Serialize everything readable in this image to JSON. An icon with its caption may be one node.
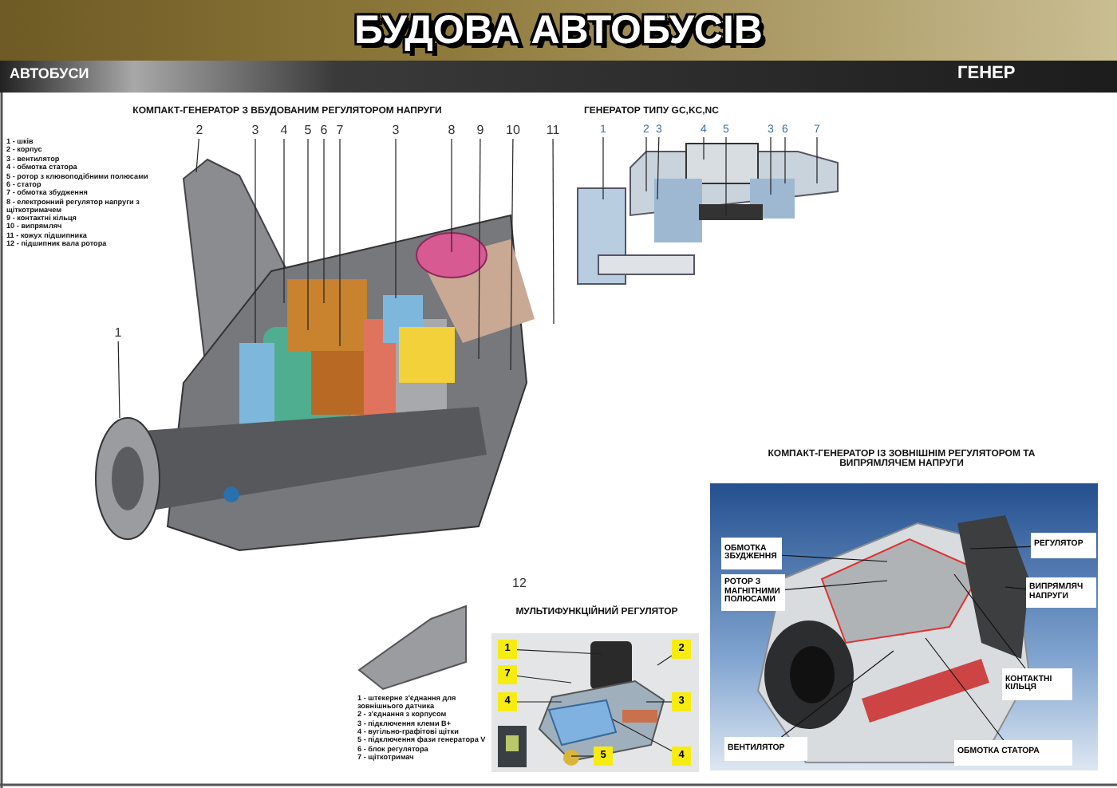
{
  "diagram": {
    "title": "БУДОВА АВТОБУСІВ",
    "nodes": [
      {
        "text": [
          "2"
        ]
      },
      {
        "text": [
          "3"
        ]
      },
      {
        "text": [
          "4"
        ]
      },
      {
        "text": [
          "5"
        ]
      },
      {
        "text": [
          "6"
        ]
      },
      {
        "text": [
          "7"
        ]
      },
      {
        "text": [
          "3"
        ]
      },
      {
        "text": [
          "8"
        ]
      },
      {
        "text": [
          "9"
        ]
      },
      {
        "text": [
          "10"
        ]
      },
      {
        "text": [
          "11"
        ]
      },
      {
        "text": [
          "1"
        ]
      },
      {
        "text": [
          "1"
        ]
      },
      {
        "text": [
          "2"
        ]
      },
      {
        "text": [
          "3"
        ]
      },
      {
        "text": [
          "4"
        ]
      },
      {
        "text": [
          "5"
        ]
      },
      {
        "text": [
          "3"
        ]
      },
      {
        "text": [
          "6"
        ]
      },
      {
        "text": [
          "7"
        ]
      },
      {
        "text": [],
        "shape": "picture"
      },
      {
        "text": [
          "ОБМОТКА ЗБУДЖЕННЯ"
        ],
        "in": 20
      },
      {
        "text": [
          "РОТОР З МАГНІТНИМИ ПОЛЮСАМИ"
        ],
        "in": 20
      },
      {
        "text": [
          "РЕГУЛЯТОР"
        ],
        "in": 20
      },
      {
        "text": [
          "ВИПРЯМЛЯЧ НАПРУГИ"
        ],
        "in": 20
      },
      {
        "text": [
          "КОНТАКТНІ КІЛЬЦЯ"
        ],
        "in": 20
      },
      {
        "text": [
          "ВЕНТИЛЯТОР"
        ],
        "in": 20
      },
      {
        "text": [
          "ОБМОТКА СТАТОРА"
        ],
        "in": 20
      },
      {
        "text": [],
        "shape": "picture"
      },
      {
        "text": [
          "1"
        ],
        "in": 28
      },
      {
        "text": [
          "2"
        ],
        "in": 28
      },
      {
        "text": [
          "7"
        ],
        "in": 28
      },
      {
        "text": [
          "4"
        ],
        "in": 28
      },
      {
        "text": [
          "3"
        ],
        "in": 28
      },
      {
        "text": [
          "4"
        ],
        "in": 28
      },
      {
        "text": [
          "5"
        ],
        "in": 28
      }
    ],
    "edges": [
      {
        "from": 0,
        "to": null,
        "arrow": "none"
      },
      {
        "from": 1,
        "to": null,
        "arrow": "none"
      },
      {
        "from": 2,
        "to": null,
        "arrow": "none"
      },
      {
        "from": 3,
        "to": null,
        "arrow": "none"
      },
      {
        "from": 4,
        "to": null,
        "arrow": "none"
      },
      {
        "from": 5,
        "to": null,
        "arrow": "none"
      },
      {
        "from": 6,
        "to": null,
        "arrow": "none"
      },
      {
        "from": 7,
        "to": null,
        "arrow": "none"
      },
      {
        "from": 8,
        "to": null,
        "arrow": "none"
      },
      {
        "from": 9,
        "to": null,
        "arrow": "none"
      },
      {
        "from": 10,
        "to": null,
        "arrow": "none"
      },
      {
        "from": 11,
        "to": null,
        "arrow": "none"
      },
      {
        "from": 12,
        "to": null,
        "arrow": "none"
      },
      {
        "from": 13,
        "to": null,
        "arrow": "none"
      },
      {
        "from": 14,
        "to": null,
        "arrow": "none"
      },
      {
        "from": 15,
        "to": null,
        "arrow": "none"
      },
      {
        "from": 16,
        "to": null,
        "arrow": "none"
      },
      {
        "from": 17,
        "to": null,
        "arrow": "none"
      },
      {
        "from": 18,
        "to": null,
        "arrow": "none"
      },
      {
        "from": 19,
        "to": null,
        "arrow": "none"
      },
      {
        "from": 21,
        "to": null,
        "arrow": "none"
      },
      {
        "from": 22,
        "to": null,
        "arrow": "none"
      },
      {
        "from": 23,
        "to": null,
        "arrow": "none"
      },
      {
        "from": 24,
        "to": null,
        "arrow": "none"
      },
      {
        "from": 25,
        "to": null,
        "arrow": "none"
      },
      {
        "from": 26,
        "to": null,
        "arrow": "none"
      },
      {
        "from": 27,
        "to": null,
        "arrow": "none"
      },
      {
        "from": 29,
        "to": null,
        "arrow": "none"
      },
      {
        "from": 30,
        "to": null,
        "arrow": "none"
      },
      {
        "from": 31,
        "to": null,
        "arrow": "none"
      },
      {
        "from": 32,
        "to": null,
        "arrow": "none"
      },
      {
        "from": 33,
        "to": null,
        "arrow": "none"
      },
      {
        "from": 34,
        "to": null,
        "arrow": "none"
      },
      {
        "from": 35,
        "to": null,
        "arrow": "none"
      }
    ],
    "labels": [
      "АВТОБУСИ",
      "ГЕНЕР",
      "КОМПАКТ-ГЕНЕРАТОР З ВБУДОВАНИМ РЕГУЛЯТОРОМ НАПРУГИ",
      "1 - шків",
      "2 - корпус",
      "3 - вентилятор",
      "4 - обмотка статора",
      "5 - ротор з клювоподібними полюсами",
      "6 - статор",
      "7 - обмотка збудження",
      "8 - електронний регулятор напруги з щіткотримачем",
      "9 - контактні кільця",
      "10 - випрямляч",
      "11 - кожух підшипника",
      "12 - підшипник вала ротора",
      "ГЕНЕРАТОР ТИПУ GC,KC,NC",
      "КОМПАКТ-ГЕНЕРАТОР ІЗ ЗОВНІШНІМ РЕГУЛЯТОРОМ ТА ВИПРЯМЛЯЧЕМ НАПРУГИ",
      "12",
      "МУЛЬТИФУНКЦІЙНИЙ РЕГУЛЯТОР",
      "1 - штекерне з'єднання для зовнішнього датчика",
      "2 - з'єднання з корпусом",
      "3 - підключення клеми B+",
      "4 - вугільно-графітові щітки",
      "5 - підключення фази генератора V",
      "6 - блок регулятора",
      "7 - щіткотримач"
    ]
  }
}
